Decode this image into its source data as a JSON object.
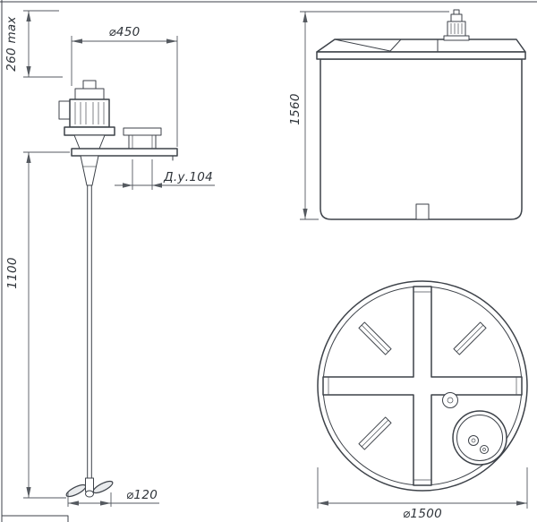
{
  "page": {
    "background": "#ffffff"
  },
  "colors": {
    "line": "#3d4249",
    "dim_line": "#555a60",
    "text": "#2f343a"
  },
  "views": {
    "agitator_side": {
      "name": "agitator-side-view",
      "dims": {
        "motor_clearance": "260 max",
        "mount_plate_diameter": "⌀450",
        "nozzle_bore": "Д.у.104",
        "shaft_length": "1100",
        "propeller_diameter": "⌀120"
      }
    },
    "tank_front": {
      "name": "tank-front-view",
      "dims": {
        "overall_height": "1560"
      }
    },
    "tank_top": {
      "name": "tank-top-view",
      "dims": {
        "tank_diameter": "⌀1500"
      }
    }
  }
}
